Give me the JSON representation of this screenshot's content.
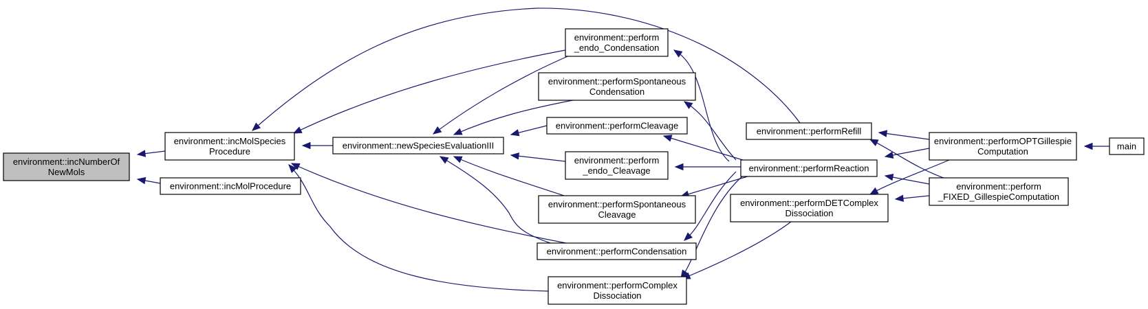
{
  "graph": {
    "type": "caller-graph",
    "colors": {
      "edge": "#191970",
      "focus_fill": "#bfbfbf",
      "node_fill": "#ffffff",
      "border": "#000000"
    },
    "nodes": [
      {
        "id": "incNumberOfNewMols",
        "lines": [
          "environment::incNumberOf",
          "NewMols"
        ],
        "focus": true
      },
      {
        "id": "incMolSpeciesProcedure",
        "lines": [
          "environment::incMolSpecies",
          "Procedure"
        ]
      },
      {
        "id": "incMolProcedure",
        "lines": [
          "environment::incMolProcedure"
        ]
      },
      {
        "id": "newSpeciesEvaluationIII",
        "lines": [
          "environment::newSpeciesEvaluationIII"
        ]
      },
      {
        "id": "perform_endo_Condensation",
        "lines": [
          "environment::perform",
          "_endo_Condensation"
        ]
      },
      {
        "id": "performSpontaneousCondensation",
        "lines": [
          "environment::performSpontaneous",
          "Condensation"
        ]
      },
      {
        "id": "performCleavage",
        "lines": [
          "environment::performCleavage"
        ]
      },
      {
        "id": "perform_endo_Cleavage",
        "lines": [
          "environment::perform",
          "_endo_Cleavage"
        ]
      },
      {
        "id": "performSpontaneousCleavage",
        "lines": [
          "environment::performSpontaneous",
          "Cleavage"
        ]
      },
      {
        "id": "performCondensation",
        "lines": [
          "environment::performCondensation"
        ]
      },
      {
        "id": "performComplexDissociation",
        "lines": [
          "environment::performComplex",
          "Dissociation"
        ]
      },
      {
        "id": "performRefill",
        "lines": [
          "environment::performRefill"
        ]
      },
      {
        "id": "performReaction",
        "lines": [
          "environment::performReaction"
        ]
      },
      {
        "id": "performDETComplexDissociation",
        "lines": [
          "environment::performDETComplex",
          "Dissociation"
        ]
      },
      {
        "id": "performOPTGillespieComputation",
        "lines": [
          "environment::performOPTGillespie",
          "Computation"
        ]
      },
      {
        "id": "perform_FIXED_GillespieComputation",
        "lines": [
          "environment::perform",
          "_FIXED_GillespieComputation"
        ]
      },
      {
        "id": "main",
        "lines": [
          "main"
        ]
      }
    ],
    "edges": [
      {
        "from": "incMolSpeciesProcedure",
        "to": "incNumberOfNewMols"
      },
      {
        "from": "incMolProcedure",
        "to": "incNumberOfNewMols"
      },
      {
        "from": "newSpeciesEvaluationIII",
        "to": "incMolSpeciesProcedure"
      },
      {
        "from": "perform_endo_Condensation",
        "to": "incMolSpeciesProcedure"
      },
      {
        "from": "performRefill",
        "to": "incMolSpeciesProcedure"
      },
      {
        "from": "performCondensation",
        "to": "incMolSpeciesProcedure"
      },
      {
        "from": "performComplexDissociation",
        "to": "incMolSpeciesProcedure"
      },
      {
        "from": "perform_endo_Condensation",
        "to": "newSpeciesEvaluationIII"
      },
      {
        "from": "performSpontaneousCondensation",
        "to": "newSpeciesEvaluationIII"
      },
      {
        "from": "performCleavage",
        "to": "newSpeciesEvaluationIII"
      },
      {
        "from": "perform_endo_Cleavage",
        "to": "newSpeciesEvaluationIII"
      },
      {
        "from": "performSpontaneousCleavage",
        "to": "newSpeciesEvaluationIII"
      },
      {
        "from": "performCondensation",
        "to": "newSpeciesEvaluationIII"
      },
      {
        "from": "performReaction",
        "to": "perform_endo_Condensation"
      },
      {
        "from": "performReaction",
        "to": "performSpontaneousCondensation"
      },
      {
        "from": "performReaction",
        "to": "performCleavage"
      },
      {
        "from": "performReaction",
        "to": "perform_endo_Cleavage"
      },
      {
        "from": "performReaction",
        "to": "performSpontaneousCleavage"
      },
      {
        "from": "performReaction",
        "to": "performCondensation"
      },
      {
        "from": "performReaction",
        "to": "performComplexDissociation"
      },
      {
        "from": "performDETComplexDissociation",
        "to": "performComplexDissociation"
      },
      {
        "from": "performOPTGillespieComputation",
        "to": "performRefill"
      },
      {
        "from": "perform_FIXED_GillespieComputation",
        "to": "performRefill"
      },
      {
        "from": "performOPTGillespieComputation",
        "to": "performReaction"
      },
      {
        "from": "perform_FIXED_GillespieComputation",
        "to": "performReaction"
      },
      {
        "from": "performOPTGillespieComputation",
        "to": "performDETComplexDissociation"
      },
      {
        "from": "perform_FIXED_GillespieComputation",
        "to": "performDETComplexDissociation"
      },
      {
        "from": "main",
        "to": "performOPTGillespieComputation"
      }
    ]
  }
}
